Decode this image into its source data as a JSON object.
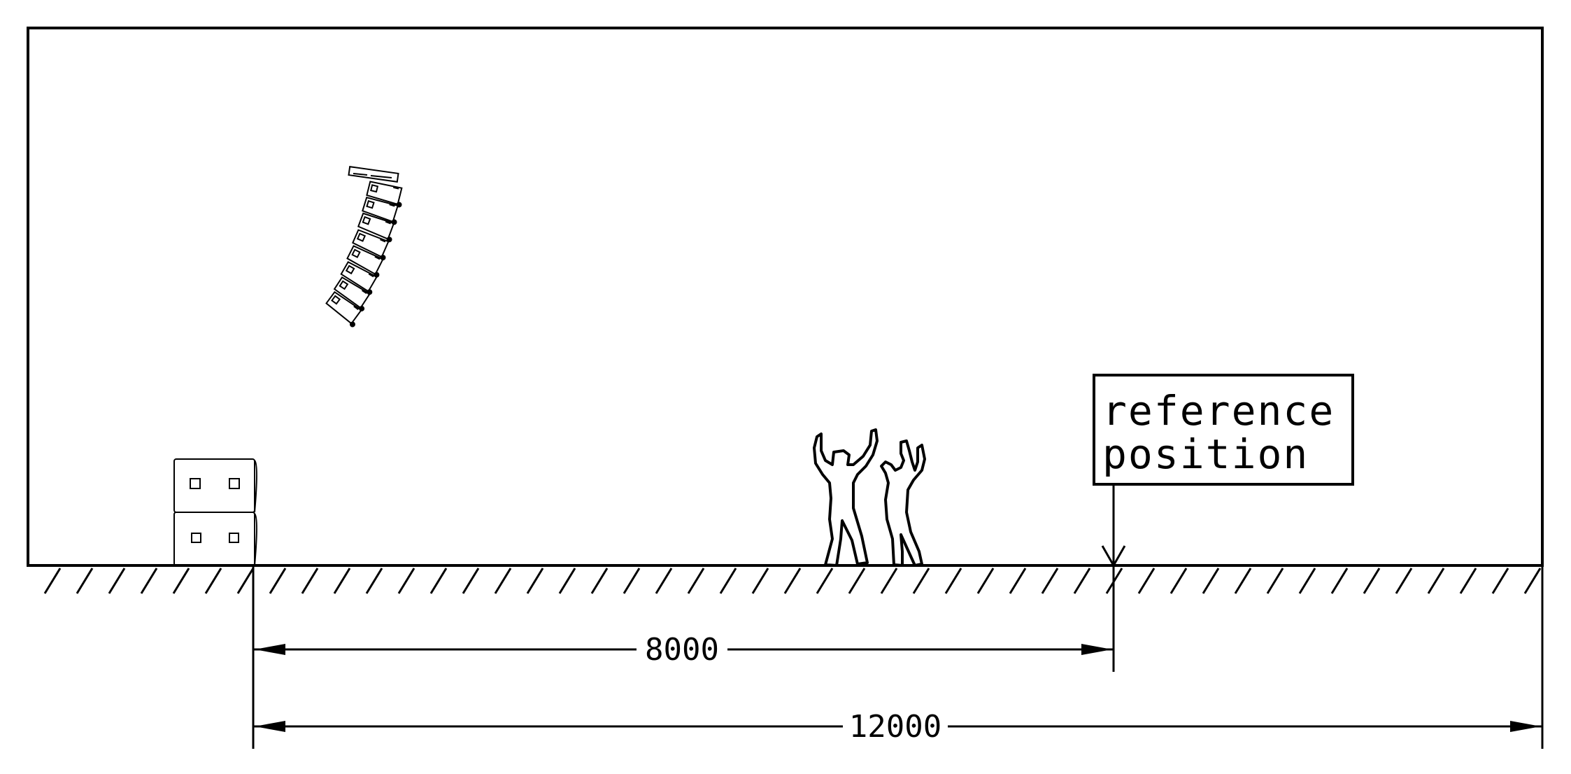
{
  "diagram": {
    "reference_label": {
      "line1": "reference",
      "line2": "position"
    },
    "dimensions": {
      "reference_distance": "8000",
      "total_distance": "12000"
    },
    "elements": {
      "line_array": "line-array-speaker",
      "subwoofers": "subwoofer-stack",
      "audience": "audience-figures",
      "floor": "floor-hatching"
    }
  }
}
